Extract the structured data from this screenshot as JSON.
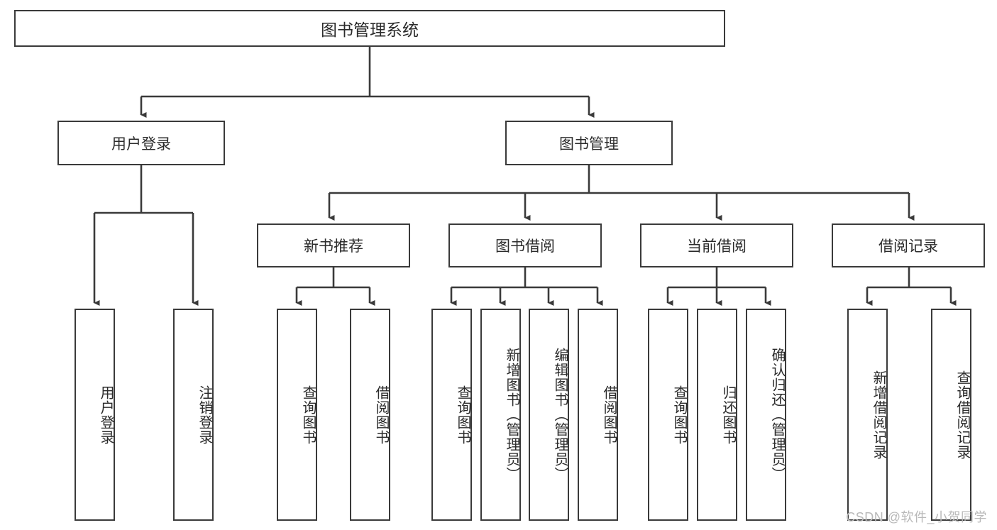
{
  "diagram": {
    "type": "tree-hierarchy-chart",
    "title": "图书管理系统",
    "orientation": "top-down",
    "style": {
      "box_border_color": "#3a3a3a",
      "box_fill_color": "#ffffff",
      "text_color": "#2b2b2b",
      "connector_color": "#3a3a3a",
      "background_color": "#ffffff"
    },
    "levels": {
      "root": {
        "label": "图书管理系统"
      },
      "level1": [
        {
          "id": "user-login",
          "label": "用户登录"
        },
        {
          "id": "book-management",
          "label": "图书管理"
        }
      ],
      "level2": [
        {
          "id": "new-book-recommend",
          "label": "新书推荐",
          "parent": "book-management"
        },
        {
          "id": "book-borrow",
          "label": "图书借阅",
          "parent": "book-management"
        },
        {
          "id": "current-borrow",
          "label": "当前借阅",
          "parent": "book-management"
        },
        {
          "id": "borrow-record",
          "label": "借阅记录",
          "parent": "book-management"
        }
      ],
      "leaves": {
        "user-login": [
          {
            "id": "leaf-user-login",
            "label": "用户登录"
          },
          {
            "id": "leaf-logout-login",
            "label": "注销登录"
          }
        ],
        "new-book-recommend": [
          {
            "id": "leaf-query-book-1",
            "label": "查询图书"
          },
          {
            "id": "leaf-borrow-book-1",
            "label": "借阅图书"
          }
        ],
        "book-borrow": [
          {
            "id": "leaf-query-book-2",
            "label": "查询图书"
          },
          {
            "id": "leaf-add-book-admin",
            "label": "新增图书（管理员）"
          },
          {
            "id": "leaf-edit-book-admin",
            "label": "编辑图书（管理员）"
          },
          {
            "id": "leaf-borrow-book-2",
            "label": "借阅图书"
          }
        ],
        "current-borrow": [
          {
            "id": "leaf-query-book-3",
            "label": "查询图书"
          },
          {
            "id": "leaf-return-book",
            "label": "归还图书"
          },
          {
            "id": "leaf-confirm-return-admin",
            "label": "确认归还（管理员）"
          }
        ],
        "borrow-record": [
          {
            "id": "leaf-add-borrow-record",
            "label": "新增借阅记录"
          },
          {
            "id": "leaf-query-borrow-record",
            "label": "查询借阅记录"
          }
        ]
      }
    }
  },
  "watermark": {
    "text": "CSDN @软件_小贺同学"
  }
}
